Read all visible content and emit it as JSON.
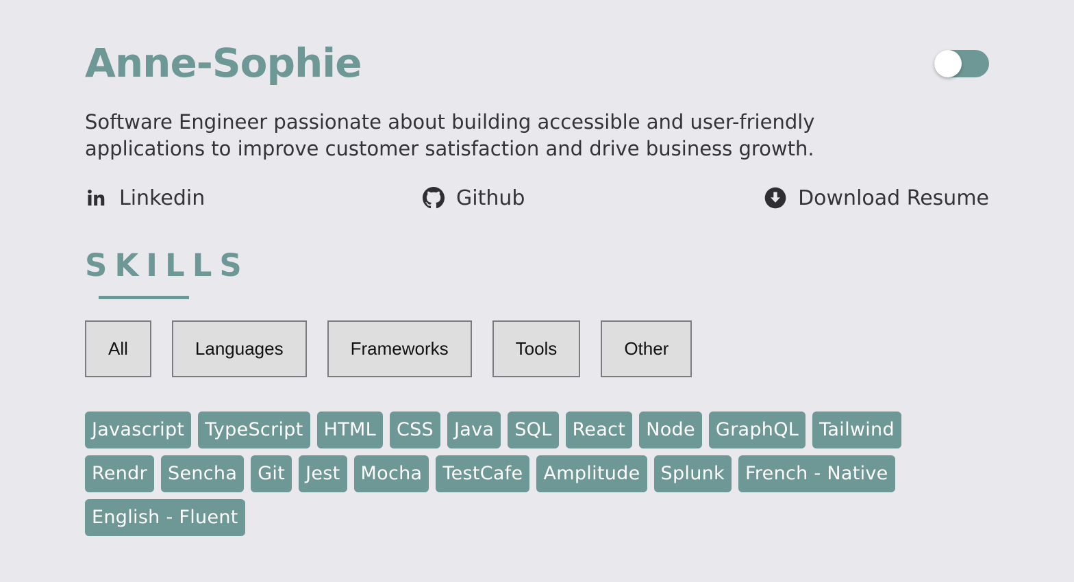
{
  "header": {
    "name": "Anne-Sophie",
    "theme_toggle": {
      "on": false
    }
  },
  "bio": "Software Engineer passionate about building accessible and user-friendly applications to improve customer satisfaction and drive business growth.",
  "links": [
    {
      "label": "Linkedin",
      "icon": "linkedin-icon"
    },
    {
      "label": "Github",
      "icon": "github-icon"
    },
    {
      "label": "Download Resume",
      "icon": "download-icon"
    }
  ],
  "skills": {
    "heading": "SKILLS",
    "filters": [
      "All",
      "Languages",
      "Frameworks",
      "Tools",
      "Other"
    ],
    "tags": [
      "Javascript",
      "TypeScript",
      "HTML",
      "CSS",
      "Java",
      "SQL",
      "React",
      "Node",
      "GraphQL",
      "Tailwind",
      "Rendr",
      "Sencha",
      "Git",
      "Jest",
      "Mocha",
      "TestCafe",
      "Amplitude",
      "Splunk",
      "French - Native",
      "English - Fluent"
    ]
  },
  "colors": {
    "accent": "#6e9896",
    "background": "#e9e8ed",
    "text": "#333338",
    "filter_button_bg": "#dedede"
  }
}
